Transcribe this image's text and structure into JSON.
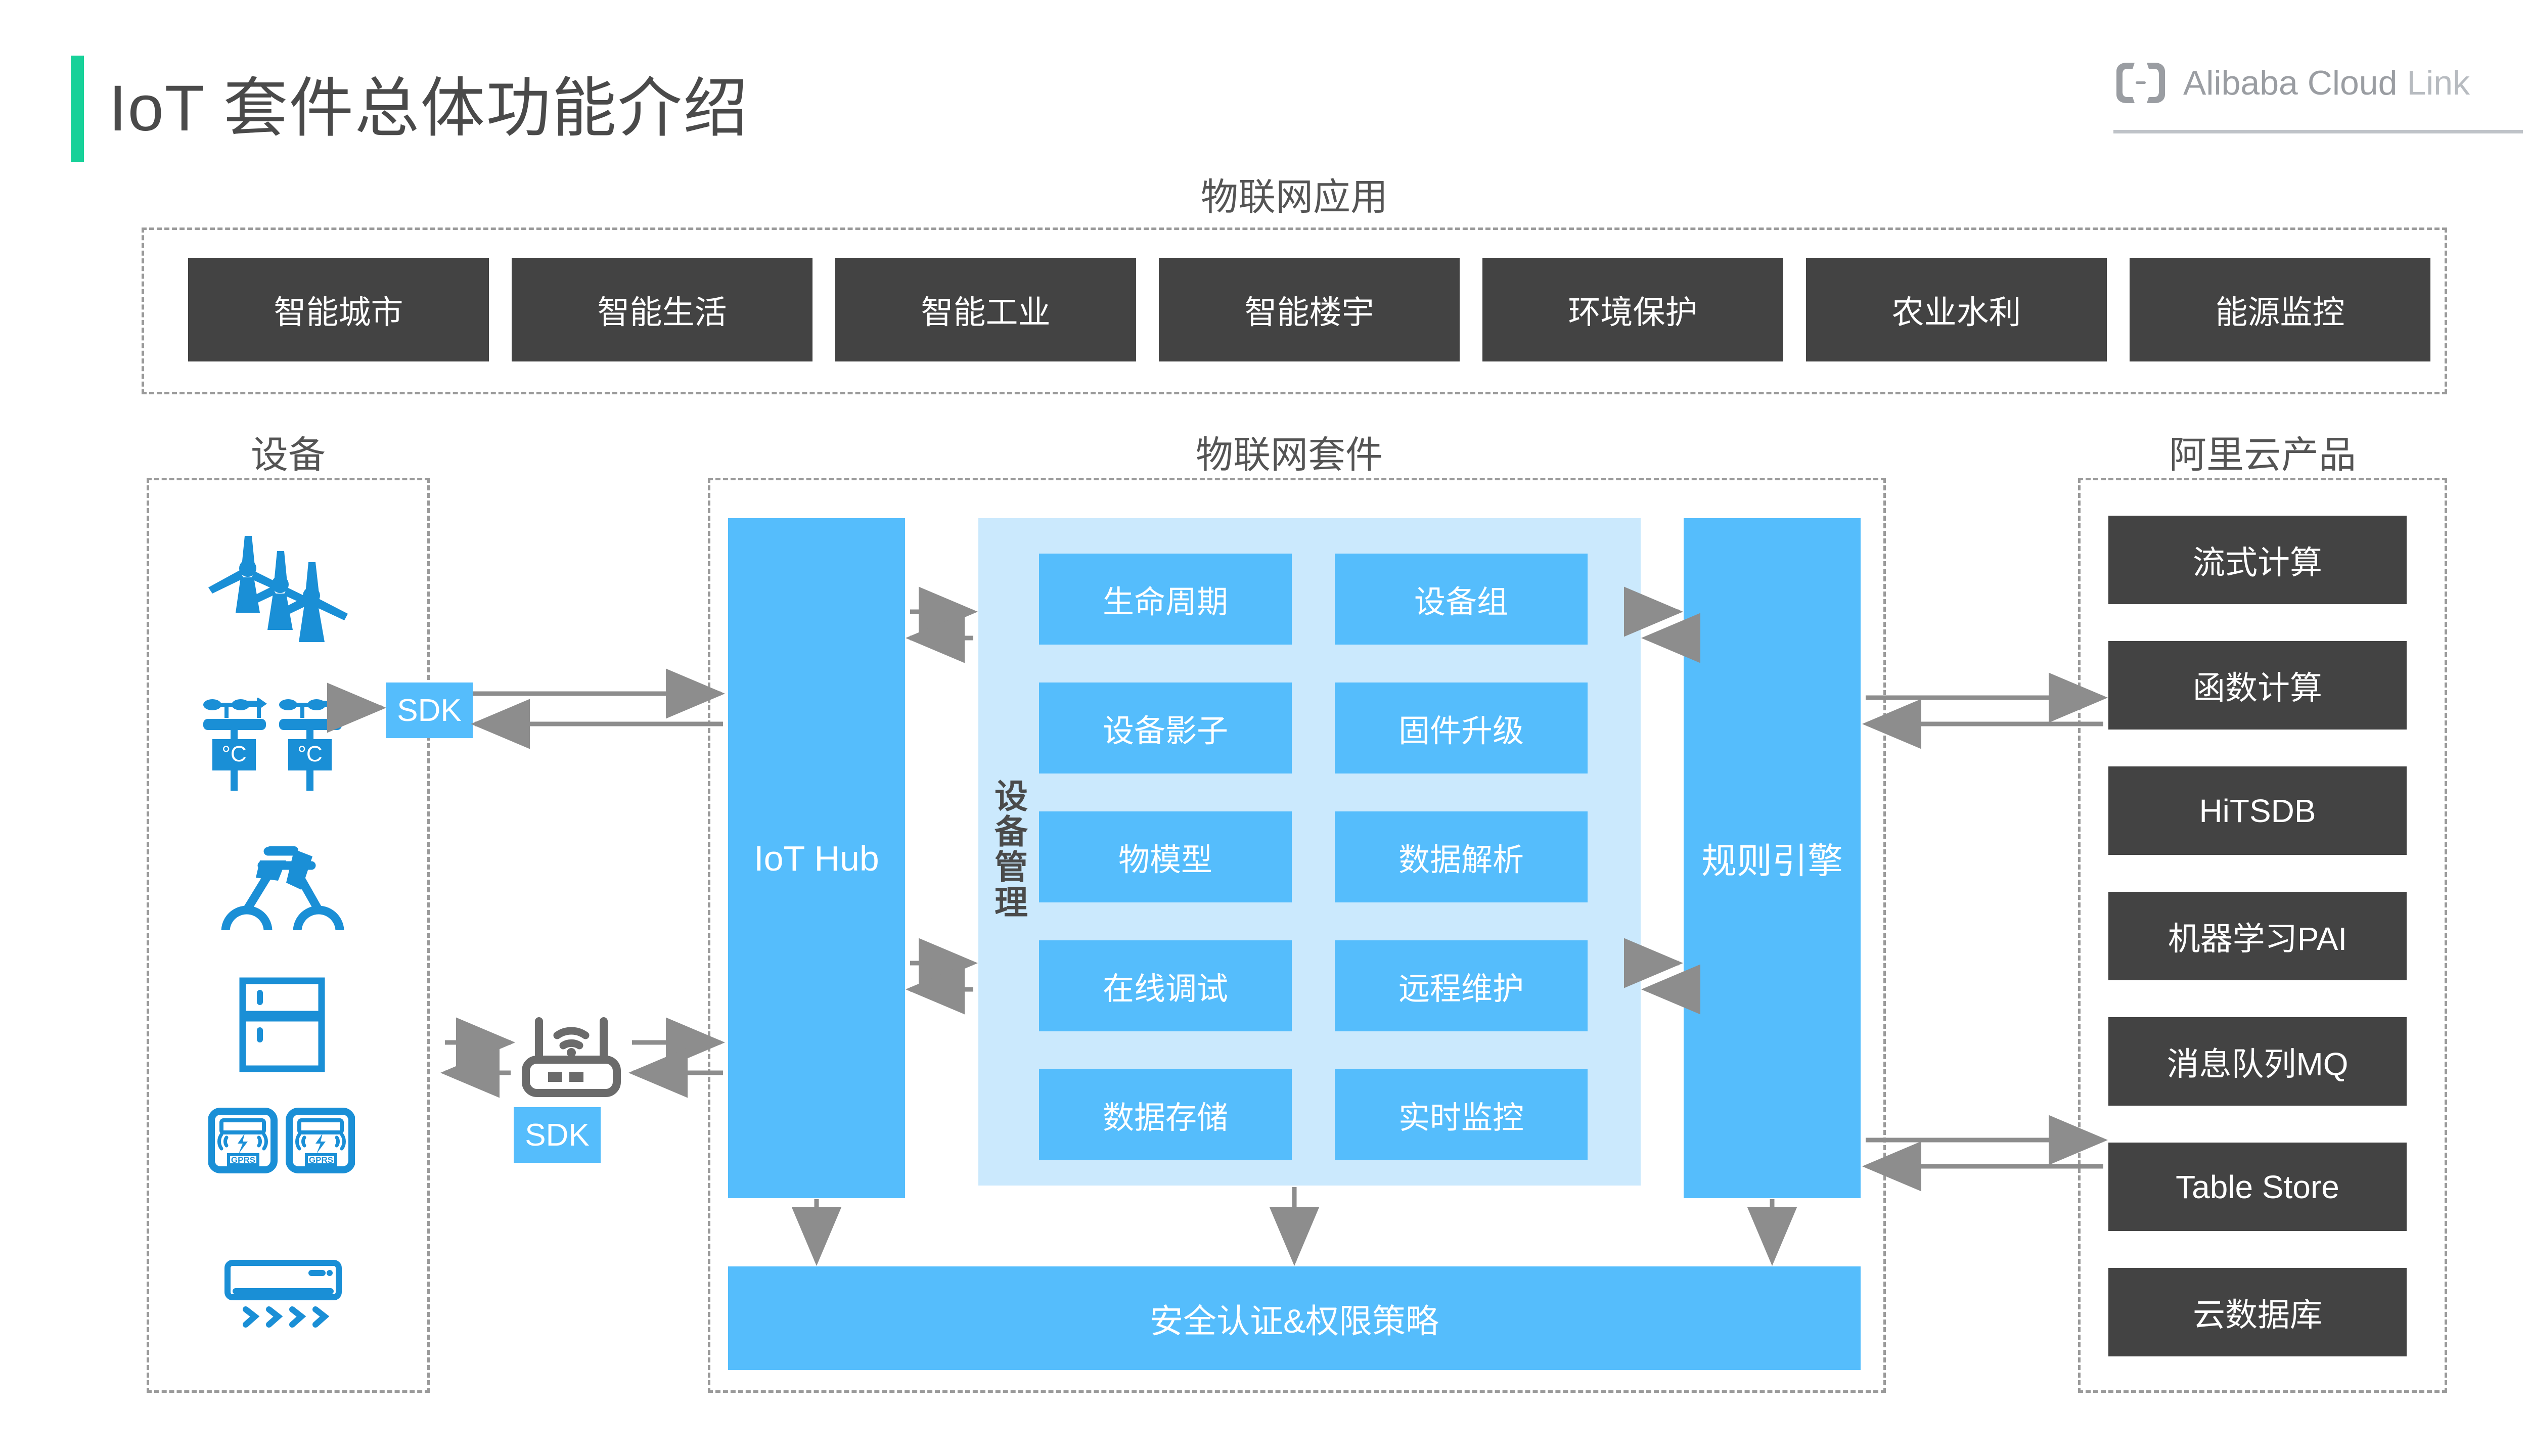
{
  "header": {
    "title": "IoT 套件总体功能介绍",
    "accent_color": "#17d199",
    "logo": {
      "brand": "Alibaba Cloud",
      "suffix": "Link",
      "icon": "alibaba-cloud-bracket-icon"
    }
  },
  "applications": {
    "caption": "物联网应用",
    "items": [
      {
        "label": "智能城市"
      },
      {
        "label": "智能生活"
      },
      {
        "label": "智能工业"
      },
      {
        "label": "智能楼宇"
      },
      {
        "label": "环境保护"
      },
      {
        "label": "农业水利"
      },
      {
        "label": "能源监控"
      }
    ]
  },
  "devices": {
    "caption": "设备",
    "icons": [
      {
        "name": "wind-turbine-icon"
      },
      {
        "name": "weather-temperature-sensor-icon"
      },
      {
        "name": "bicycle-icon"
      },
      {
        "name": "refrigerator-icon"
      },
      {
        "name": "gprs-smart-meter-icon",
        "badge": "GPRS"
      },
      {
        "name": "air-conditioner-icon"
      }
    ],
    "sdk_badges": [
      {
        "label": "SDK"
      },
      {
        "label": "SDK"
      }
    ],
    "gateway": {
      "name": "wifi-router-icon"
    }
  },
  "suite": {
    "caption": "物联网套件",
    "hub": {
      "label": "IoT Hub"
    },
    "rule_engine": {
      "label": "规则引擎"
    },
    "device_management": {
      "label": "设备管理",
      "features": [
        {
          "label": "生命周期"
        },
        {
          "label": "设备组"
        },
        {
          "label": "设备影子"
        },
        {
          "label": "固件升级"
        },
        {
          "label": "物模型"
        },
        {
          "label": "数据解析"
        },
        {
          "label": "在线调试"
        },
        {
          "label": "远程维护"
        },
        {
          "label": "数据存储"
        },
        {
          "label": "实时监控"
        }
      ]
    },
    "security": {
      "label": "安全认证&权限策略"
    }
  },
  "cloud_products": {
    "caption": "阿里云产品",
    "items": [
      {
        "label": "流式计算"
      },
      {
        "label": "函数计算"
      },
      {
        "label": "HiTSDB"
      },
      {
        "label": "机器学习PAI"
      },
      {
        "label": "消息队列MQ"
      },
      {
        "label": "Table Store"
      },
      {
        "label": "云数据库"
      }
    ]
  },
  "colors": {
    "accent_green": "#17d199",
    "primary_blue": "#55bdfc",
    "panel_blue": "#cbe9fd",
    "dark_box": "#434343",
    "device_icon_blue": "#1a8fd6",
    "connector_gray": "#8d8d8d",
    "dashed_gray": "#9a9a9a"
  }
}
